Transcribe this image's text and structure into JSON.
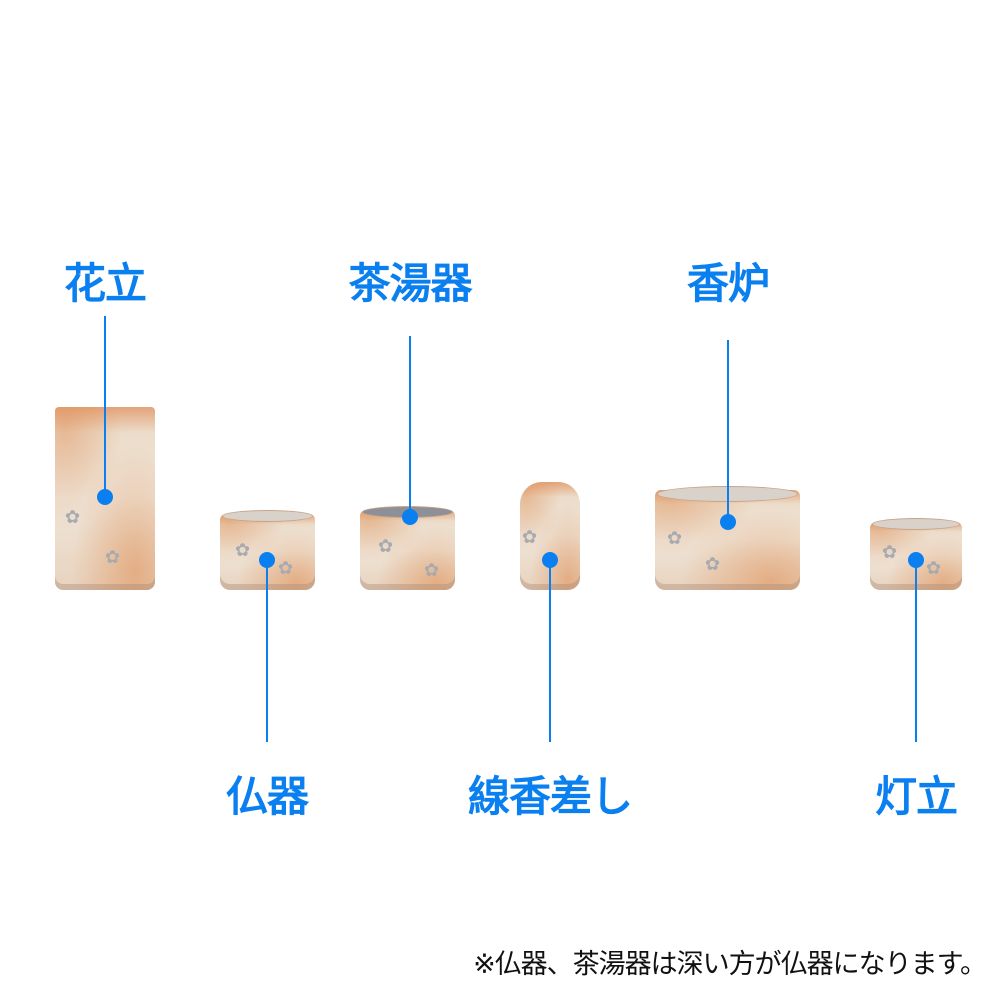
{
  "items": [
    {
      "label": "花立"
    },
    {
      "label": "仏器"
    },
    {
      "label": "茶湯器"
    },
    {
      "label": "線香差し"
    },
    {
      "label": "香炉"
    },
    {
      "label": "灯立"
    }
  ],
  "note": "※仏器、茶湯器は深い方が仏器になります。",
  "colors": {
    "accent": "#0a7ff0"
  }
}
